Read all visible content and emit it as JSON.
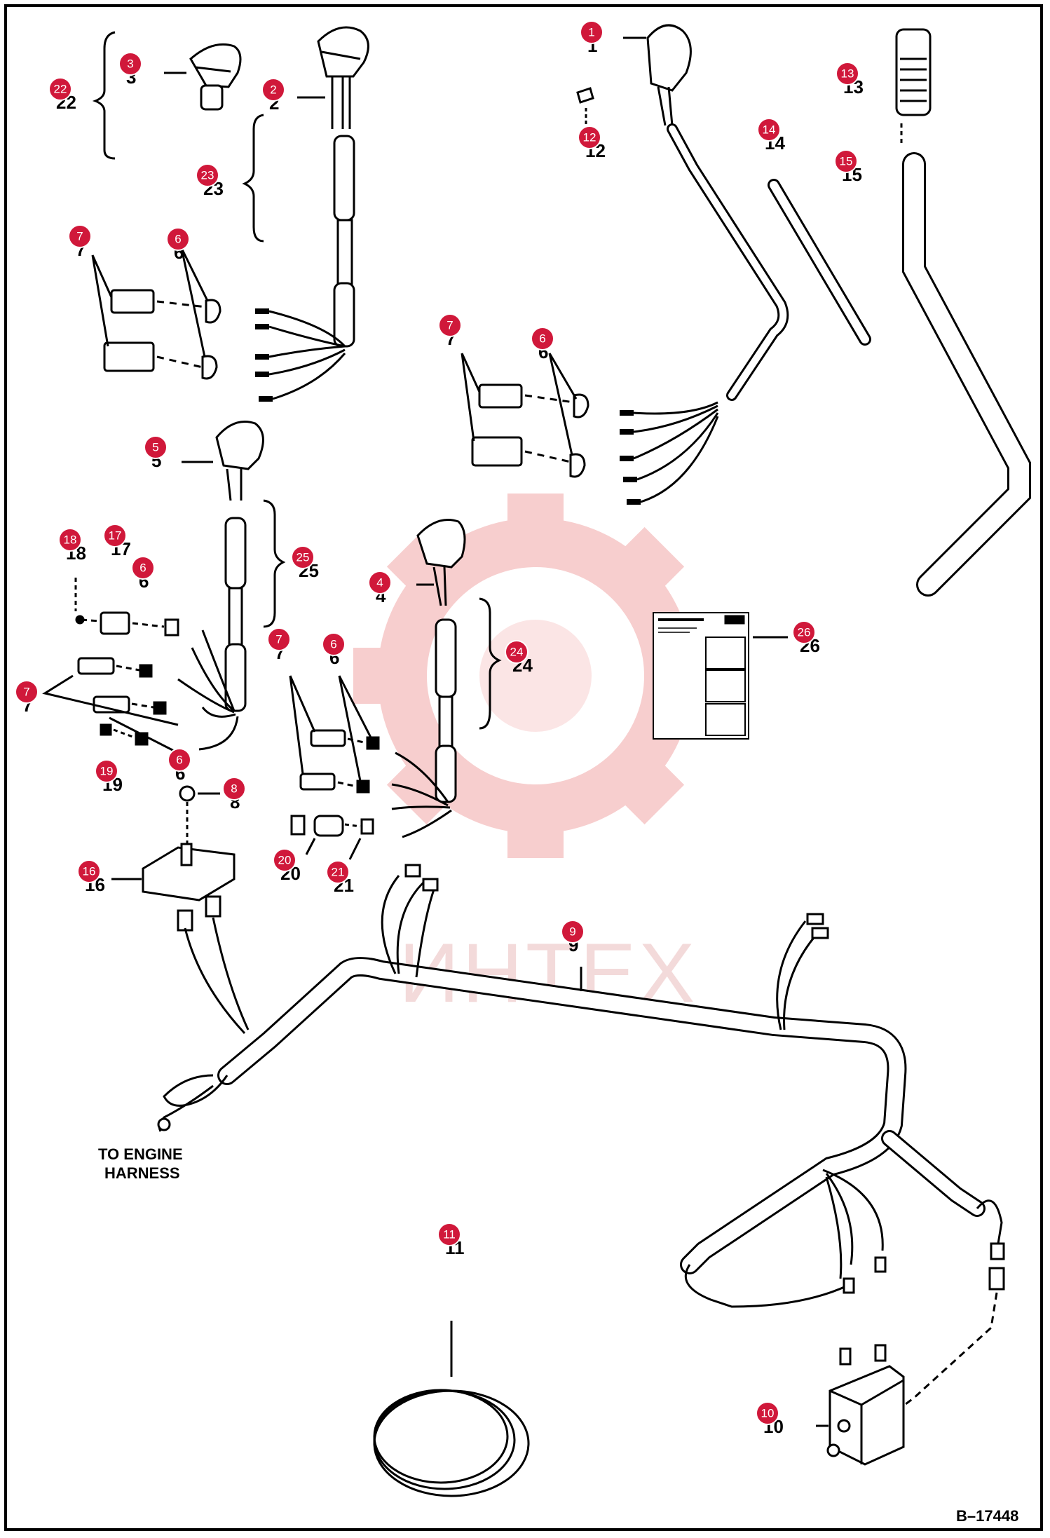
{
  "diagram": {
    "drawing_number": "B–17448",
    "engine_label_line1": "TO ENGINE",
    "engine_label_line2": "HARNESS",
    "watermark_text": "ИНТЕХ",
    "callout_color": "#d0183a",
    "callouts": [
      {
        "n": "1"
      },
      {
        "n": "2"
      },
      {
        "n": "3"
      },
      {
        "n": "4"
      },
      {
        "n": "5"
      },
      {
        "n": "6"
      },
      {
        "n": "6"
      },
      {
        "n": "6"
      },
      {
        "n": "6"
      },
      {
        "n": "6"
      },
      {
        "n": "7"
      },
      {
        "n": "7"
      },
      {
        "n": "7"
      },
      {
        "n": "7"
      },
      {
        "n": "8"
      },
      {
        "n": "9"
      },
      {
        "n": "10"
      },
      {
        "n": "11"
      },
      {
        "n": "12"
      },
      {
        "n": "13"
      },
      {
        "n": "14"
      },
      {
        "n": "15"
      },
      {
        "n": "16"
      },
      {
        "n": "17"
      },
      {
        "n": "18"
      },
      {
        "n": "19"
      },
      {
        "n": "20"
      },
      {
        "n": "21"
      },
      {
        "n": "22"
      },
      {
        "n": "23"
      },
      {
        "n": "24"
      },
      {
        "n": "25"
      },
      {
        "n": "26"
      }
    ]
  }
}
